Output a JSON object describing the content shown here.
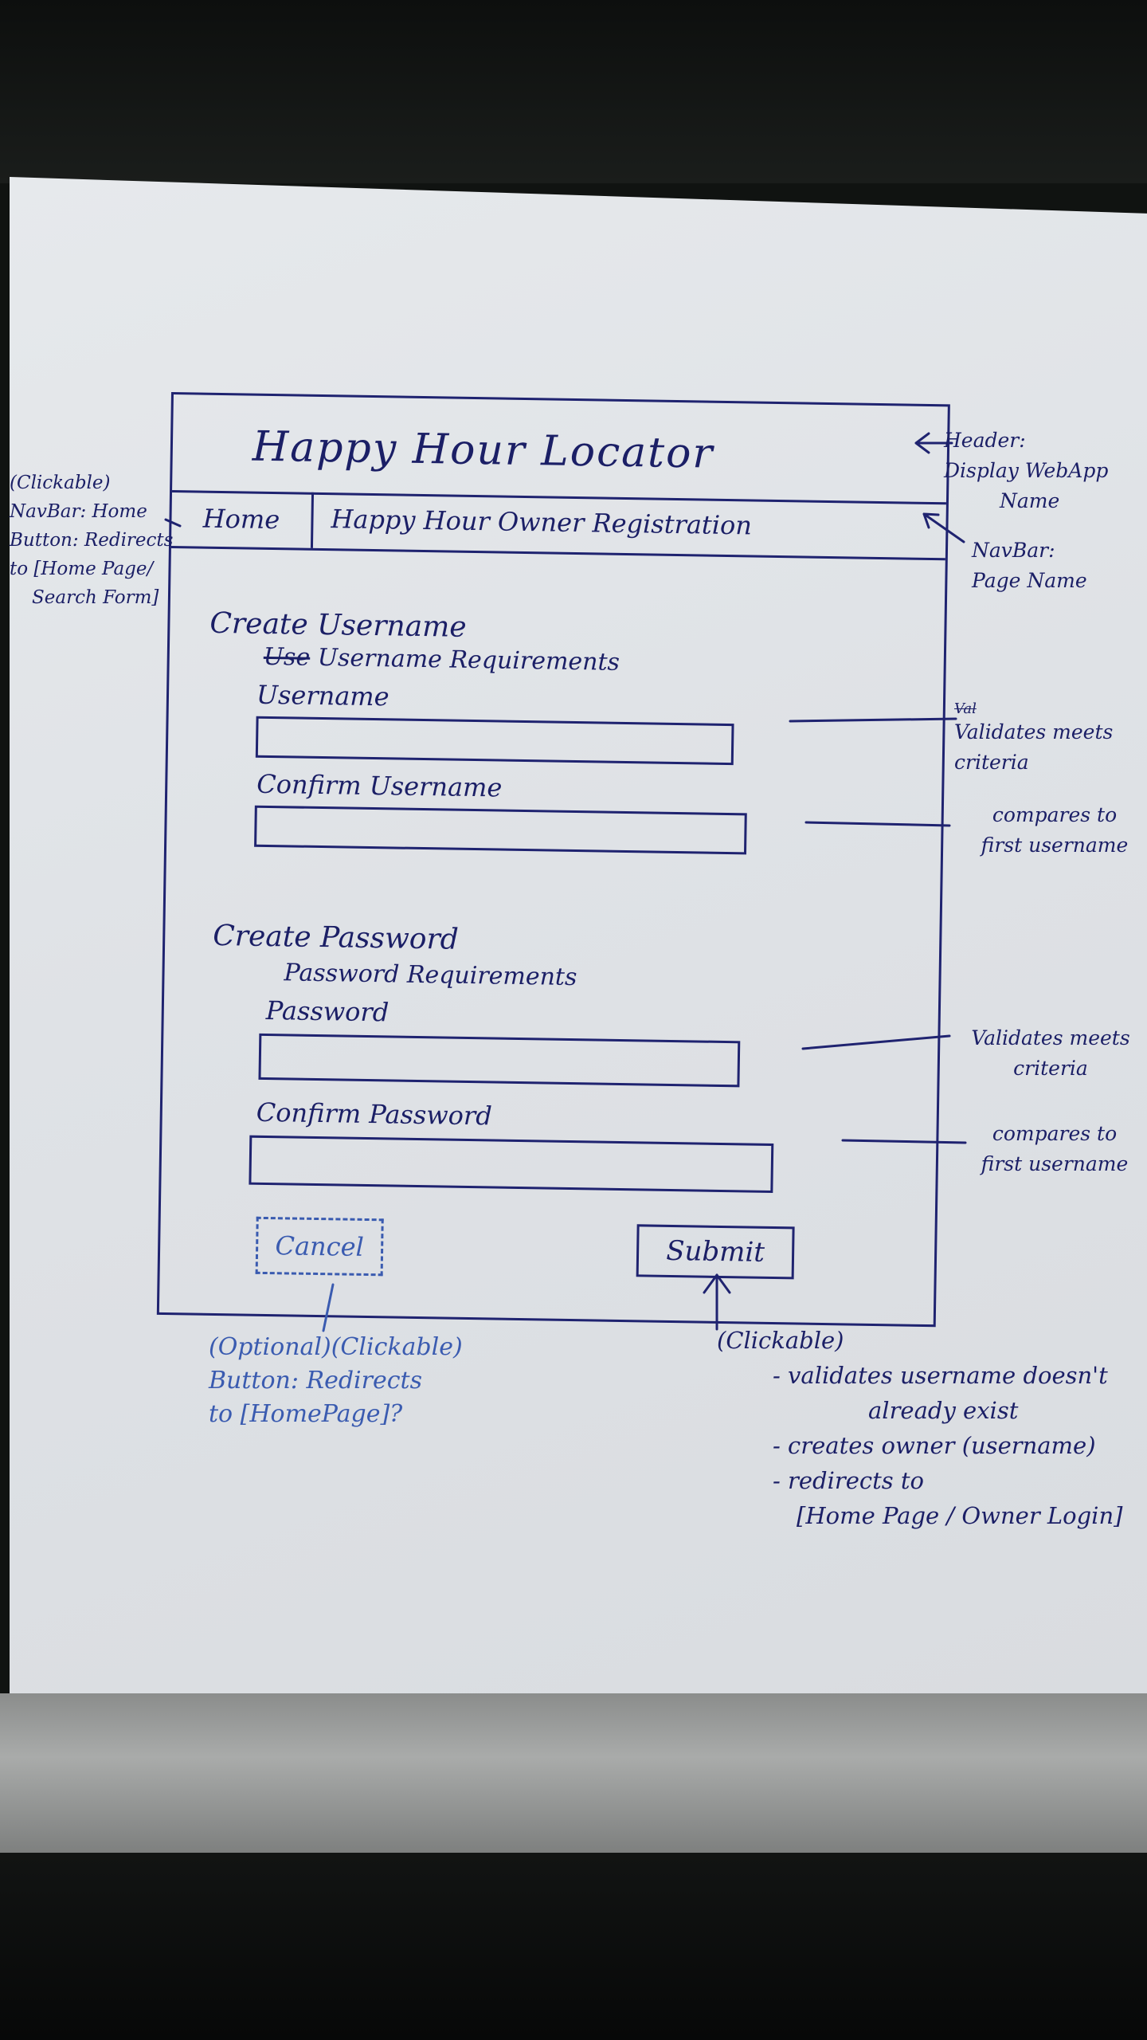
{
  "app": {
    "title": "Happy Hour Locator"
  },
  "navbar": {
    "home_label": "Home",
    "page_name": "Happy Hour Owner Registration"
  },
  "username_section": {
    "title": "Create Username",
    "requirements_struck": "Use",
    "requirements": "Username Requirements",
    "username_label": "Username",
    "username_value": "",
    "confirm_label": "Confirm Username",
    "confirm_value": ""
  },
  "password_section": {
    "title": "Create Password",
    "requirements": "Password Requirements",
    "password_label": "Password",
    "password_value": "",
    "confirm_label": "Confirm Password",
    "confirm_value": ""
  },
  "buttons": {
    "cancel_label": "Cancel",
    "submit_label": "Submit"
  },
  "annotations": {
    "header_note": [
      "Header:",
      "Display WebApp",
      "Name"
    ],
    "navbar_note": [
      "NavBar:",
      "Page Name"
    ],
    "home_note": [
      "(Clickable)",
      "NavBar: Home",
      "Button: Redirects",
      "to [Home Page/",
      "Search Form]"
    ],
    "username_validate_struck": "Val",
    "username_validate_note": [
      "Validates meets",
      "criteria"
    ],
    "username_compare_note": [
      "compares to",
      "first username"
    ],
    "password_validate_note": [
      "Validates meets",
      "criteria"
    ],
    "password_compare_note": [
      "compares to",
      "first username"
    ],
    "cancel_note": [
      "(Optional)(Clickable)",
      "Button: Redirects",
      "to [HomePage]?"
    ],
    "submit_note": [
      "(Clickable)",
      "- validates username doesn't",
      "already exist",
      "- creates owner (username)",
      "- redirects to",
      "[Home Page / Owner Login]"
    ]
  },
  "colors": {
    "ink": "#1b1f66",
    "blue_ink": "#3a5bb0",
    "paper": "#e2e5e8"
  }
}
